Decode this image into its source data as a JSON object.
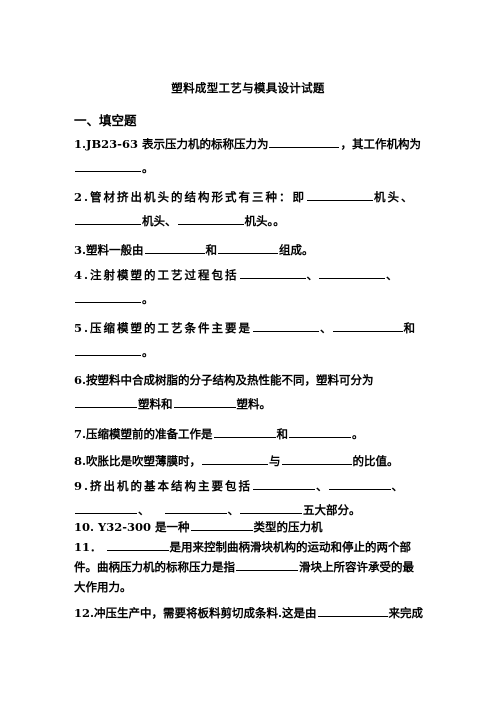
{
  "doc": {
    "title": "塑料成型工艺与模具设计试题",
    "section": "一、填空题",
    "q1a": "1.JB23-63  表示压力机的标称压力为",
    "q1b": "，其工作机构为",
    "q1c": "。",
    "q2a": "2.管材挤出机头的结构形式有三种：即",
    "q2b": "机头、",
    "q2c": "机头、",
    "q2d": "机头。。",
    "q3a": "3.塑料一般由",
    "q3b": "和",
    "q3c": "组成。",
    "q4a": "4.注射模塑的工艺过程包括",
    "q4b": "、",
    "q4c": "、",
    "q4d": "。",
    "q5a": "5.压缩模塑的工艺条件主要是",
    "q5b": "、",
    "q5c": "和",
    "q5d": "。",
    "q6a": "6.按塑料中合成树脂的分子结构及热性能不同，塑料可分为",
    "q6b": "塑料和",
    "q6c": "塑料。",
    "q7a": "7.压缩模塑前的准备工作是",
    "q7b": "和",
    "q7c": "。",
    "q8a": "8.吹胀比是吹塑薄膜时，",
    "q8b": "与",
    "q8c": "的比值。",
    "q9a": "9.挤出机的基本结构主要包括",
    "q9b": "、",
    "q9c": "、",
    "q9d": "、",
    "q9e": "、",
    "q9f": "五大部分。",
    "q10a": "10. Y32-300 是一种",
    "q10b": "类型的压力机",
    "q11a": "11．",
    "q11b": "是用来控制曲柄滑块机构的运动和停止的两个部",
    "q11c": "件。曲柄压力机的标称压力是指",
    "q11d": "滑块上所容许承受的最",
    "q11e": "大作用力。",
    "q12a": "12.冲压生产中，需要将板料剪切成条料.这是由",
    "q12b": "来完成"
  }
}
